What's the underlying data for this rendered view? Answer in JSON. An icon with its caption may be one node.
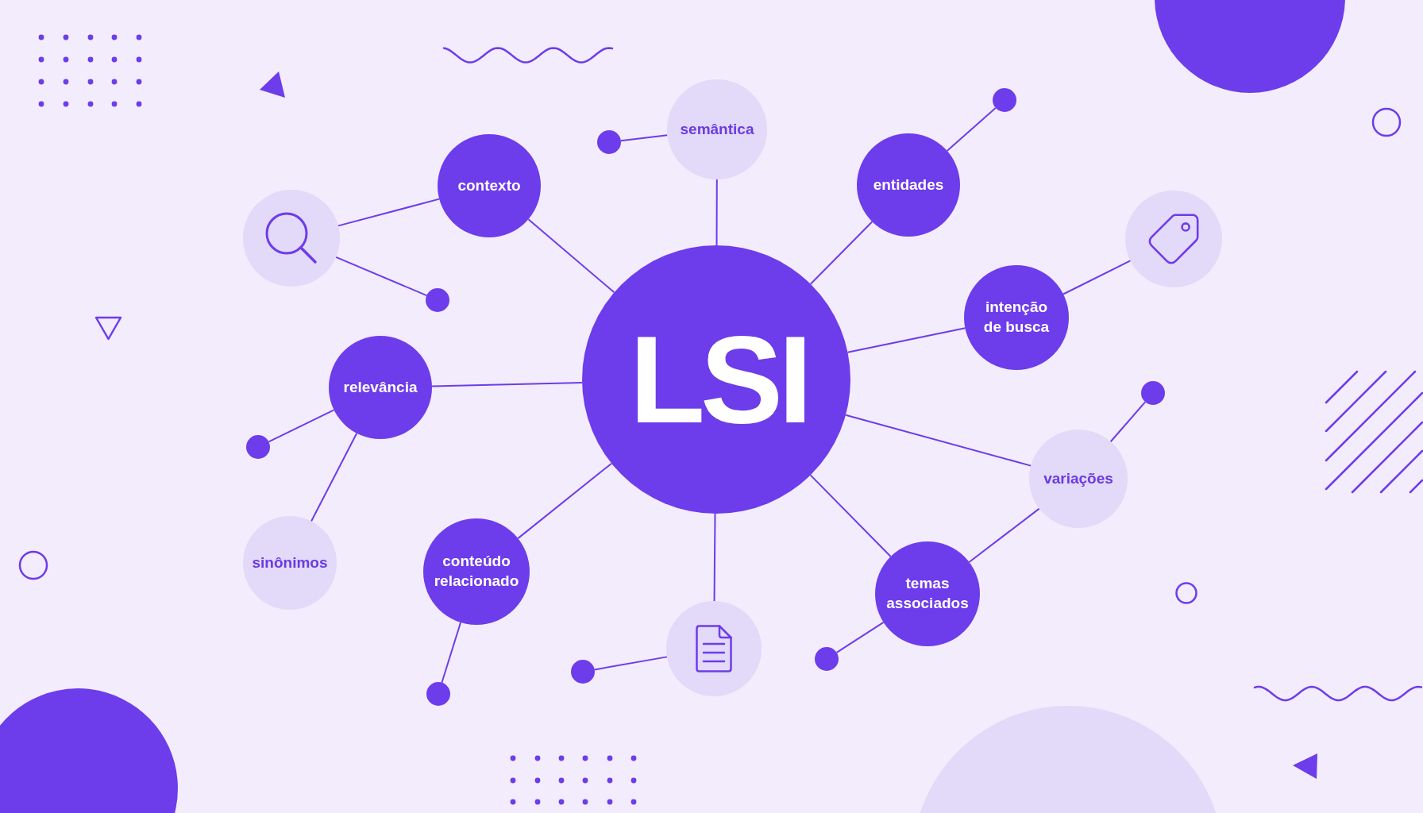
{
  "diagram": {
    "nodes": [
      {
        "text": [
          "LSI"
        ]
      },
      {
        "text": [
          "semântica"
        ]
      },
      {
        "text": [
          "contexto"
        ]
      },
      {
        "text": [
          "entidades"
        ]
      },
      {
        "text": [],
        "shape": "circle"
      },
      {
        "text": [],
        "shape": "circle"
      },
      {
        "text": [
          "intenção de busca"
        ]
      },
      {
        "text": [
          "relevância"
        ]
      },
      {
        "text": [
          "variações"
        ]
      },
      {
        "text": [
          "sinônimos"
        ]
      },
      {
        "text": [
          "conteúdo relacionado"
        ]
      },
      {
        "text": [
          "temas associados"
        ]
      },
      {
        "text": [],
        "shape": "circle"
      },
      {
        "text": [],
        "shape": "circle"
      },
      {
        "text": [],
        "shape": "circle"
      },
      {
        "text": [],
        "shape": "circle"
      },
      {
        "text": [],
        "shape": "circle"
      },
      {
        "text": [],
        "shape": "circle"
      },
      {
        "text": [],
        "shape": "circle"
      },
      {
        "text": [],
        "shape": "circle"
      },
      {
        "text": [],
        "shape": "circle"
      }
    ],
    "edges": [
      {
        "from": 0,
        "to": 1,
        "arrow": "none"
      },
      {
        "from": 0,
        "to": 2,
        "arrow": "none"
      },
      {
        "from": 0,
        "to": 3,
        "arrow": "none"
      },
      {
        "from": 0,
        "to": 6,
        "arrow": "none"
      },
      {
        "from": 0,
        "to": 7,
        "arrow": "none"
      },
      {
        "from": 0,
        "to": 8,
        "arrow": "none"
      },
      {
        "from": 0,
        "to": 10,
        "arrow": "none"
      },
      {
        "from": 0,
        "to": 11,
        "arrow": "none"
      },
      {
        "from": 0,
        "to": 12,
        "arrow": "none"
      },
      {
        "from": 1,
        "to": 13,
        "arrow": "none"
      },
      {
        "from": 2,
        "to": 4,
        "arrow": "none"
      },
      {
        "from": 4,
        "to": 15,
        "arrow": "none"
      },
      {
        "from": 3,
        "to": 14,
        "arrow": "none"
      },
      {
        "from": 6,
        "to": 5,
        "arrow": "none"
      },
      {
        "from": 8,
        "to": 16,
        "arrow": "none"
      },
      {
        "from": 8,
        "to": 11,
        "arrow": "none"
      },
      {
        "from": 11,
        "to": 19,
        "arrow": "none"
      },
      {
        "from": 12,
        "to": 18,
        "arrow": "none"
      },
      {
        "from": 10,
        "to": 20,
        "arrow": "none"
      },
      {
        "from": 7,
        "to": 17,
        "arrow": "none"
      },
      {
        "from": 7,
        "to": 9,
        "arrow": "none"
      }
    ]
  }
}
